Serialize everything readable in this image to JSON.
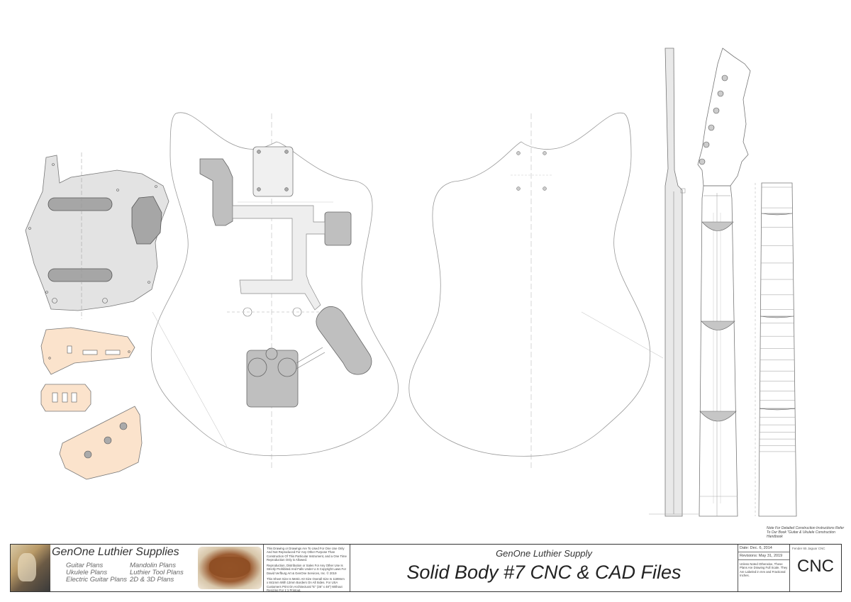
{
  "drawing": {
    "views": [
      "pickguard-front",
      "pickguard-control-plates",
      "body-front",
      "body-back",
      "neck-side",
      "neck-front",
      "fretboard"
    ]
  },
  "note": "Note For Detailed Construction Instructions Refer To Our Book \"Guitar & Ukulele Construction Handbook",
  "title_block": {
    "brand": {
      "name": "GenOne Luthier Supplies",
      "col1": [
        "Guitar Plans",
        "Ukulele Plans",
        "Electric Guitar Plans"
      ],
      "col2": [
        "Mandolin Plans",
        "Luthier Tool Plans",
        "2D & 3D Plans"
      ]
    },
    "legal": [
      "This Drawing or Drawings Are To Used For One Use Only And Not Reproduced For Any Other Purpose Than Construction Of This Particular Instrument, and a One Time Reproduction Only is Allowed.",
      "Reproduction, Distribution or Sales For Any Other Use Is Strictly Prohibited And Falls Under U.S Copyright Laws For David Verfburg Art & GenOne Services, Inc. © 2019",
      "This Sheet Size Is Metric A0 Size Overall Size Is 1189mm x 841mm With 13mm Borders On All Sides. For USA Customers Print On Architectural \"E\" (36\" x 48\") Without Resizing For 1:1 Printout."
    ],
    "company": "GenOne Luthier Supply",
    "title": "Solid Body #7 CNC & CAD Files",
    "date": "Date: Dec. 6, 2014",
    "revision": "Revisions: May 31, 2019",
    "dims_note": "Unless Noted Otherwise, These Plans Are Drawing Full Scale. They Are Labeled in mm and Fractional Inches.",
    "file": "Fender 65 Jaguar CNC",
    "code": "CNC"
  },
  "colors": {
    "pickguard_fill": "#e3e3e3",
    "plate_fill": "#fbe3cc",
    "cavity_fill": "#bfbfbf",
    "outline": "#8a8a8a"
  }
}
